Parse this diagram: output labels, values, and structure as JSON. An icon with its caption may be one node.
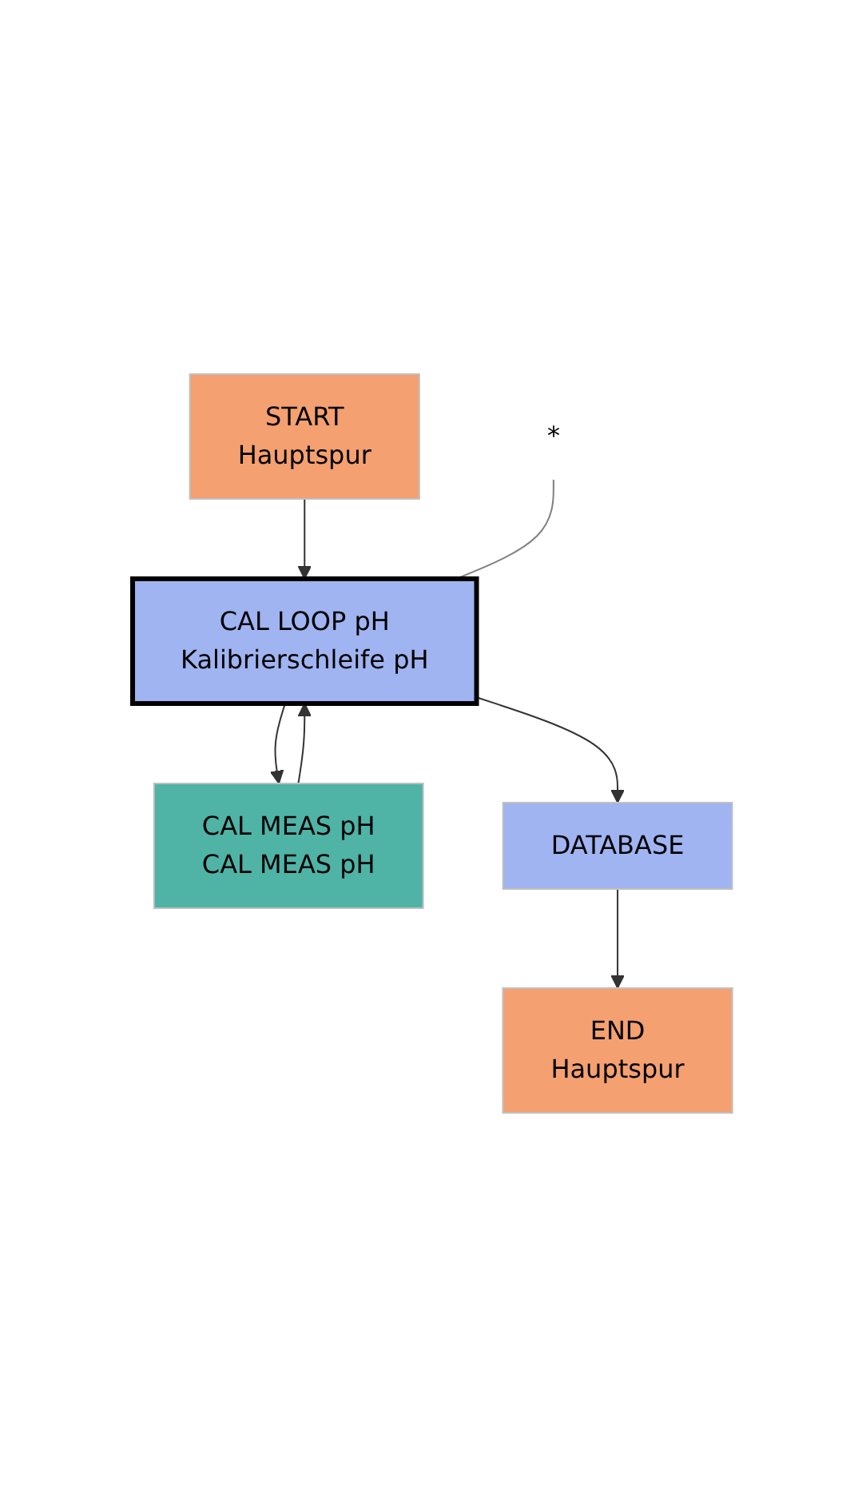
{
  "diagram": {
    "nodes": [
      {
        "text": [
          "START",
          "Hauptspur"
        ]
      },
      {
        "text": [
          "CAL LOOP pH",
          "Kalibrierschleife pH"
        ]
      },
      {
        "text": [
          "CAL MEAS pH",
          "CAL MEAS pH"
        ]
      },
      {
        "text": [
          "DATABASE"
        ]
      },
      {
        "text": [
          "END",
          "Hauptspur"
        ]
      },
      {
        "text": [
          "*"
        ]
      }
    ],
    "edges": [
      {
        "from": 0,
        "to": 1,
        "arrow": "to"
      },
      {
        "from": 1,
        "to": 2,
        "arrow": "to"
      },
      {
        "from": 2,
        "to": 1,
        "arrow": "to"
      },
      {
        "from": 1,
        "to": 3,
        "arrow": "to"
      },
      {
        "from": 3,
        "to": 4,
        "arrow": "to"
      },
      {
        "from": 5,
        "to": 1,
        "arrow": "none",
        "color": "#808080"
      }
    ]
  }
}
